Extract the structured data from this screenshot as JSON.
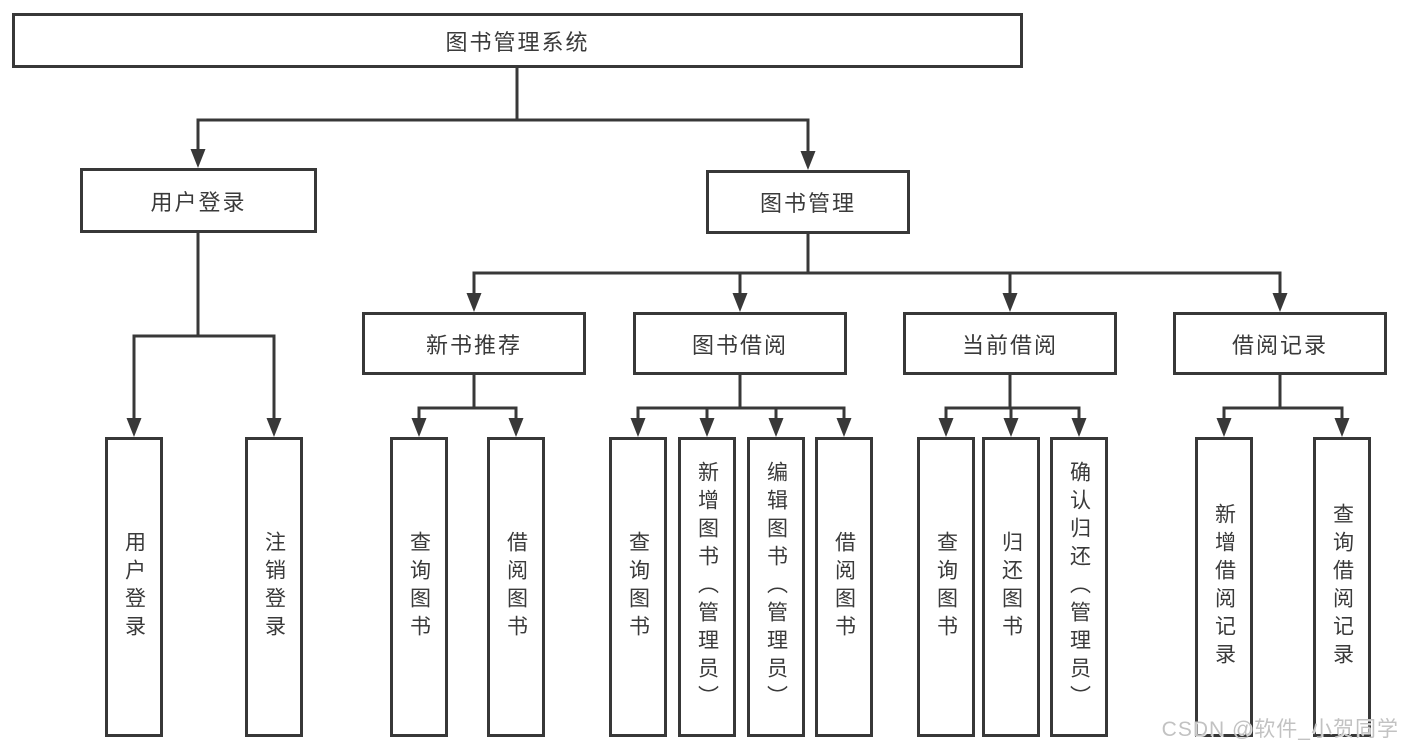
{
  "diagram": {
    "root_label": "图书管理系统",
    "user_login": {
      "label": "用户登录",
      "children": [
        {
          "label": "用户登录"
        },
        {
          "label": "注销登录"
        }
      ]
    },
    "book_management": {
      "label": "图书管理",
      "sections": [
        {
          "label": "新书推荐",
          "children": [
            {
              "label": "查询图书"
            },
            {
              "label": "借阅图书"
            }
          ]
        },
        {
          "label": "图书借阅",
          "children": [
            {
              "label": "查询图书"
            },
            {
              "label": "新增图书（管理员）"
            },
            {
              "label": "编辑图书（管理员）"
            },
            {
              "label": "借阅图书"
            }
          ]
        },
        {
          "label": "当前借阅",
          "children": [
            {
              "label": "查询图书"
            },
            {
              "label": "归还图书"
            },
            {
              "label": "确认归还（管理员）"
            }
          ]
        },
        {
          "label": "借阅记录",
          "children": [
            {
              "label": "新增借阅记录"
            },
            {
              "label": "查询借阅记录"
            }
          ]
        }
      ]
    }
  },
  "watermark": {
    "text": "CSDN @软件_小贺同学"
  },
  "colors": {
    "line": "#383838",
    "text": "#3a3a3a",
    "watermark": "#c2c2c2",
    "background": "#ffffff"
  }
}
